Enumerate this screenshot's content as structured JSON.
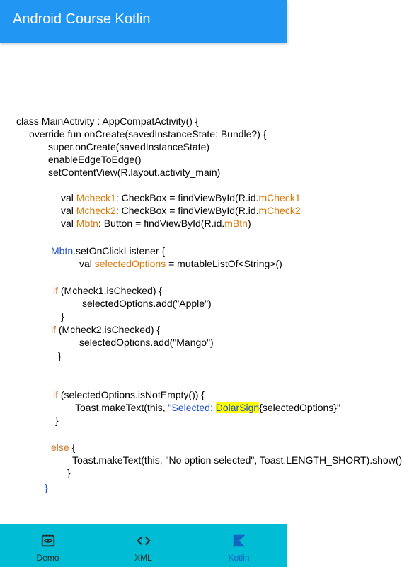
{
  "appbar": {
    "title": "Android Course Kotlin"
  },
  "code": {
    "l1": "class MainActivity : AppCompatActivity() {",
    "l2": "override fun onCreate(savedInstanceState: Bundle?) {",
    "l3": "super.onCreate(savedInstanceState)",
    "l4": "enableEdgeToEdge()",
    "l5": "setContentView(R.layout.activity_main)",
    "l6a": "val ",
    "l6b": "Mcheck1",
    "l6c": ": CheckBox = findViewById(R.id.",
    "l6d": "mCheck1",
    "l7a": "val ",
    "l7b": "Mcheck2",
    "l7c": ": CheckBox = findViewById(R.id.",
    "l7d": "mCheck2",
    "l8a": "val ",
    "l8b": "Mbtn",
    "l8c": ": Button = findViewById(R.id.",
    "l8d": "mBtn",
    "l8e": ")",
    "l9a": "Mbtn",
    "l9b": ".setOnClickListener {",
    "l10a": "val ",
    "l10b": "selectedOptions",
    "l10c": " = mutableListOf<String>()",
    "l11a": "if",
    "l11b": " (Mcheck1.isChecked) {",
    "l12": "selectedOptions.add(\"Apple\")",
    "l13": "}",
    "l14a": "if",
    "l14b": " (Mcheck2.isChecked) {",
    "l15": "selectedOptions.add(\"Mango\")",
    "l16": "}",
    "l17a": "if",
    "l17b": " (selectedOptions.isNotEmpty()) {",
    "l18a": "Toast.makeText(this, ",
    "l18b": "\"Selected: ",
    "l18c": "DolarSign",
    "l18d": "{selectedOptions}\"",
    "l19": "}",
    "l20a": "else",
    "l20b": " {",
    "l21": "Toast.makeText(this, \"No option selected\", Toast.LENGTH_SHORT).show()",
    "l22": "}",
    "l23": "}"
  },
  "nav": {
    "items": [
      {
        "label": "Demo",
        "icon": "eye-icon"
      },
      {
        "label": "XML",
        "icon": "code-icon"
      },
      {
        "label": "Kotlin",
        "icon": "kotlin-icon"
      }
    ],
    "active": "Kotlin",
    "colors": {
      "bar": "#00bcd4",
      "active": "#1565c0"
    }
  }
}
